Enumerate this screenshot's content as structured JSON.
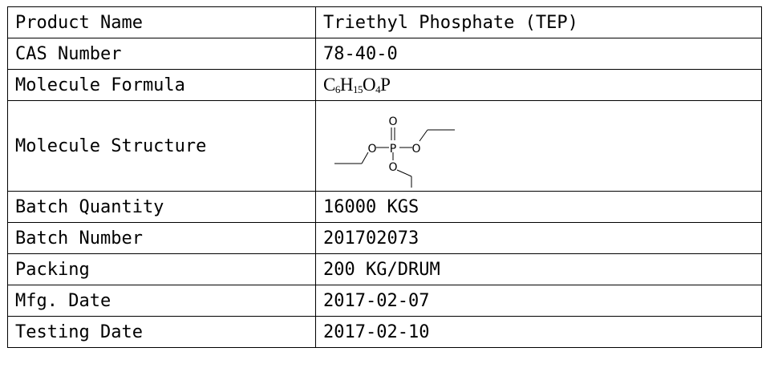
{
  "rows": [
    {
      "label": "Product Name",
      "value": "Triethyl Phosphate (TEP)"
    },
    {
      "label": "CAS Number",
      "value": "78-40-0"
    },
    {
      "label": "Molecule Formula",
      "formula": {
        "c": "C",
        "c_n": "6",
        "h": "H",
        "h_n": "15",
        "o": "O",
        "o_n": "4",
        "p": "P"
      }
    },
    {
      "label": "Molecule Structure",
      "atoms": {
        "p": "P",
        "o": "O"
      }
    },
    {
      "label": "Batch Quantity",
      "value": "16000 KGS"
    },
    {
      "label": "Batch Number",
      "value": "201702073"
    },
    {
      "label": "Packing",
      "value": "200 KG/DRUM"
    },
    {
      "label": "Mfg. Date",
      "value": "2017-02-07"
    },
    {
      "label": "Testing Date",
      "value": "2017-02-10"
    }
  ],
  "colors": {
    "border": "#000000",
    "text": "#000000",
    "background": "#ffffff"
  },
  "icons": {
    "structure": "triethyl-phosphate-structure-icon"
  }
}
